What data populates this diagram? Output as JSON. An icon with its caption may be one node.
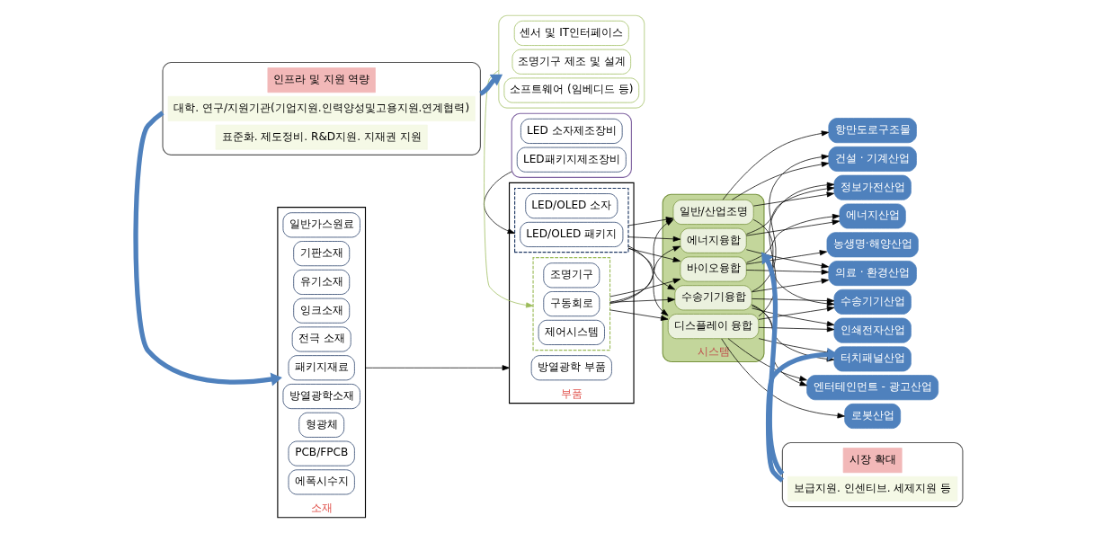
{
  "diagram": {
    "nodes": [
      {
        "text": [
          "소재"
        ]
      },
      {
        "text": [
          "일반가스원료"
        ],
        "in": 0
      },
      {
        "text": [
          "기판소재"
        ],
        "in": 0
      },
      {
        "text": [
          "유기소재"
        ],
        "in": 0
      },
      {
        "text": [
          "잉크소재"
        ],
        "in": 0
      },
      {
        "text": [
          "전극 소재"
        ],
        "in": 0
      },
      {
        "text": [
          "패키지재료"
        ],
        "in": 0
      },
      {
        "text": [
          "방열광학소재"
        ],
        "in": 0
      },
      {
        "text": [
          "형광체"
        ],
        "in": 0
      },
      {
        "text": [
          "PCB/FPCB"
        ],
        "in": 0
      },
      {
        "text": [
          "에폭시수지"
        ],
        "in": 0
      },
      {
        "text": [],
        "shape": "box"
      },
      {
        "text": [
          "LED 소자제조장비"
        ],
        "in": 11
      },
      {
        "text": [
          "LED패키지제조장비"
        ],
        "in": 11
      },
      {
        "text": [
          "부품"
        ]
      },
      {
        "text": [],
        "shape": "box",
        "in": 14
      },
      {
        "text": [
          "LED/OLED 소자"
        ],
        "in": 15
      },
      {
        "text": [
          "LED/OLED 패키지"
        ],
        "in": 15
      },
      {
        "text": [
          "방열광학 부품"
        ],
        "in": 14
      },
      {
        "text": [],
        "shape": "box",
        "in": 14
      },
      {
        "text": [
          "조명기구"
        ],
        "in": 19
      },
      {
        "text": [
          "구동회로"
        ],
        "in": 19
      },
      {
        "text": [
          "제어시스템"
        ],
        "in": 19
      },
      {
        "text": [],
        "shape": "box"
      },
      {
        "text": [
          "센서 및 IT인터페이스"
        ],
        "in": 23
      },
      {
        "text": [
          "조명기구 제조 및 설계"
        ],
        "in": 23
      },
      {
        "text": [
          "소프트웨어 (임베디드 등)"
        ],
        "in": 23
      },
      {
        "text": [
          "시스템"
        ]
      },
      {
        "text": [
          "일반/산업조명"
        ],
        "in": 27
      },
      {
        "text": [
          "바이오융합"
        ],
        "in": 27
      },
      {
        "text": [
          "에너지융합"
        ],
        "in": 27
      },
      {
        "text": [
          "디스플레이 융합"
        ],
        "in": 27
      },
      {
        "text": [
          "수송기기융합"
        ],
        "in": 27
      },
      {
        "text": [
          "건설 · 기계산업"
        ]
      },
      {
        "text": [
          "정보가전산업"
        ]
      },
      {
        "text": [
          "수송기기산업"
        ]
      },
      {
        "text": [
          "항만도로구조물"
        ]
      },
      {
        "text": [
          "농생명·해양산업"
        ]
      },
      {
        "text": [
          "의료 · 환경산업"
        ]
      },
      {
        "text": [
          "에너지산업"
        ]
      },
      {
        "text": [
          "로봇산업"
        ]
      },
      {
        "text": [
          "엔터테인먼트 - 광고산업"
        ]
      },
      {
        "text": [
          "인쇄전자산업"
        ]
      },
      {
        "text": [
          "터치패널산업"
        ]
      },
      {
        "text": [],
        "shape": "box"
      },
      {
        "text": [
          "인프라 및 지원 역량"
        ],
        "in": 44
      },
      {
        "text": [
          "대학. 연구/지원기관(기업지원.인력양성및고용지원.연계협력)"
        ],
        "in": 44
      },
      {
        "text": [
          "표준화. 제도정비. R&D지원. 지재권 지원"
        ],
        "in": 44
      },
      {
        "text": [],
        "shape": "box"
      },
      {
        "text": [
          "시장 확대"
        ],
        "in": 48
      },
      {
        "text": [
          "보급지원. 인센티브. 세제지원 등"
        ],
        "in": 48
      }
    ],
    "edges": [
      {
        "from": 0,
        "to": 14,
        "arrow": "to"
      },
      {
        "from": 11,
        "to": 15,
        "arrow": "to"
      },
      {
        "from": 23,
        "to": 19,
        "arrow": "to",
        "color": "#9bbb59"
      },
      {
        "from": 15,
        "to": 28,
        "arrow": "to"
      },
      {
        "from": 15,
        "to": 29,
        "arrow": "to"
      },
      {
        "from": 15,
        "to": 30,
        "arrow": "to"
      },
      {
        "from": 15,
        "to": 31,
        "arrow": "to"
      },
      {
        "from": 15,
        "to": 32,
        "arrow": "to"
      },
      {
        "from": 19,
        "to": 28,
        "arrow": "to"
      },
      {
        "from": 19,
        "to": 29,
        "arrow": "to"
      },
      {
        "from": 19,
        "to": 30,
        "arrow": "to"
      },
      {
        "from": 19,
        "to": 31,
        "arrow": "to"
      },
      {
        "from": 19,
        "to": 32,
        "arrow": "to"
      },
      {
        "from": 28,
        "to": 33,
        "arrow": "to"
      },
      {
        "from": 28,
        "to": 34,
        "arrow": "to"
      },
      {
        "from": 28,
        "to": 35,
        "arrow": "to"
      },
      {
        "from": 28,
        "to": 36,
        "arrow": "to"
      },
      {
        "from": 29,
        "to": 37,
        "arrow": "to"
      },
      {
        "from": 29,
        "to": 38,
        "arrow": "to"
      },
      {
        "from": 29,
        "to": 39,
        "arrow": "to"
      },
      {
        "from": 30,
        "to": 34,
        "arrow": "to"
      },
      {
        "from": 30,
        "to": 38,
        "arrow": "to"
      },
      {
        "from": 30,
        "to": 39,
        "arrow": "to"
      },
      {
        "from": 31,
        "to": 34,
        "arrow": "to"
      },
      {
        "from": 31,
        "to": 35,
        "arrow": "to"
      },
      {
        "from": 31,
        "to": 40,
        "arrow": "to"
      },
      {
        "from": 31,
        "to": 41,
        "arrow": "to"
      },
      {
        "from": 31,
        "to": 42,
        "arrow": "to"
      },
      {
        "from": 31,
        "to": 43,
        "arrow": "to"
      },
      {
        "from": 32,
        "to": 33,
        "arrow": "to"
      },
      {
        "from": 32,
        "to": 35,
        "arrow": "to"
      },
      {
        "from": 32,
        "to": 38,
        "arrow": "to"
      },
      {
        "from": 32,
        "to": 41,
        "arrow": "to"
      },
      {
        "from": 32,
        "to": 42,
        "arrow": "to"
      },
      {
        "from": 32,
        "to": 43,
        "arrow": "to"
      },
      {
        "from": 44,
        "to": 0,
        "arrow": "to",
        "style": "thick",
        "color": "#4f81bd"
      },
      {
        "from": 44,
        "to": 23,
        "arrow": "to",
        "style": "thick",
        "color": "#4f81bd"
      },
      {
        "from": 48,
        "to": 27,
        "arrow": "to",
        "style": "thick",
        "color": "#4f81bd"
      },
      {
        "from": 48,
        "to": 43,
        "arrow": "to",
        "style": "thick",
        "color": "#4f81bd"
      }
    ]
  }
}
